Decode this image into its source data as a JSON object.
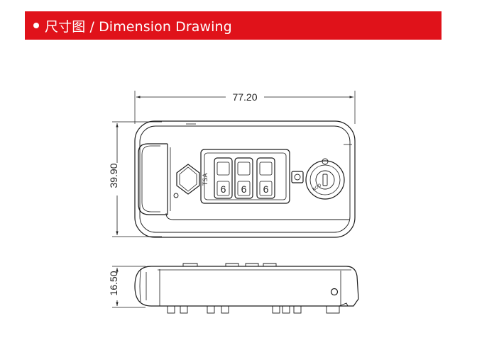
{
  "header": {
    "title": "尺寸图 / Dimension Drawing",
    "background_color": "#e0121a",
    "text_color": "#ffffff"
  },
  "drawing": {
    "line_color": "#1a1a1a",
    "dimensions": {
      "width": "77.20",
      "height": "39.90",
      "thickness": "16.50"
    },
    "dial_digit": "6",
    "dial_count": 3
  }
}
